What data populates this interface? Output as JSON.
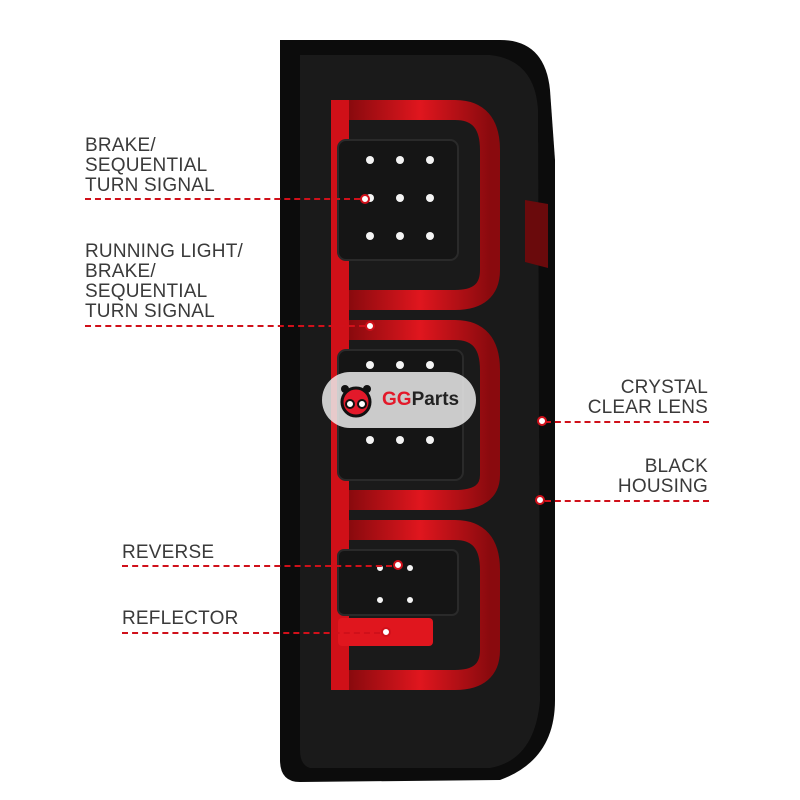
{
  "labels_left": [
    {
      "id": "brake-sequential",
      "text": "BRAKE/\nSEQUENTIAL\nTURN SIGNAL"
    },
    {
      "id": "running-light",
      "text": "RUNNING LIGHT/\nBRAKE/\nSEQUENTIAL\nTURN SIGNAL"
    },
    {
      "id": "reverse",
      "text": "REVERSE"
    },
    {
      "id": "reflector",
      "text": "REFLECTOR"
    }
  ],
  "labels_right": [
    {
      "id": "crystal-clear-lens",
      "text": "CRYSTAL\nCLEAR LENS"
    },
    {
      "id": "black-housing",
      "text": "BLACK\nHOUSING"
    }
  ],
  "logo": {
    "brand_a": "GG",
    "brand_b": "Parts"
  },
  "colors": {
    "accent": "#d0101a",
    "light_red": "#e3192a",
    "housing": "#0c0c0c"
  }
}
